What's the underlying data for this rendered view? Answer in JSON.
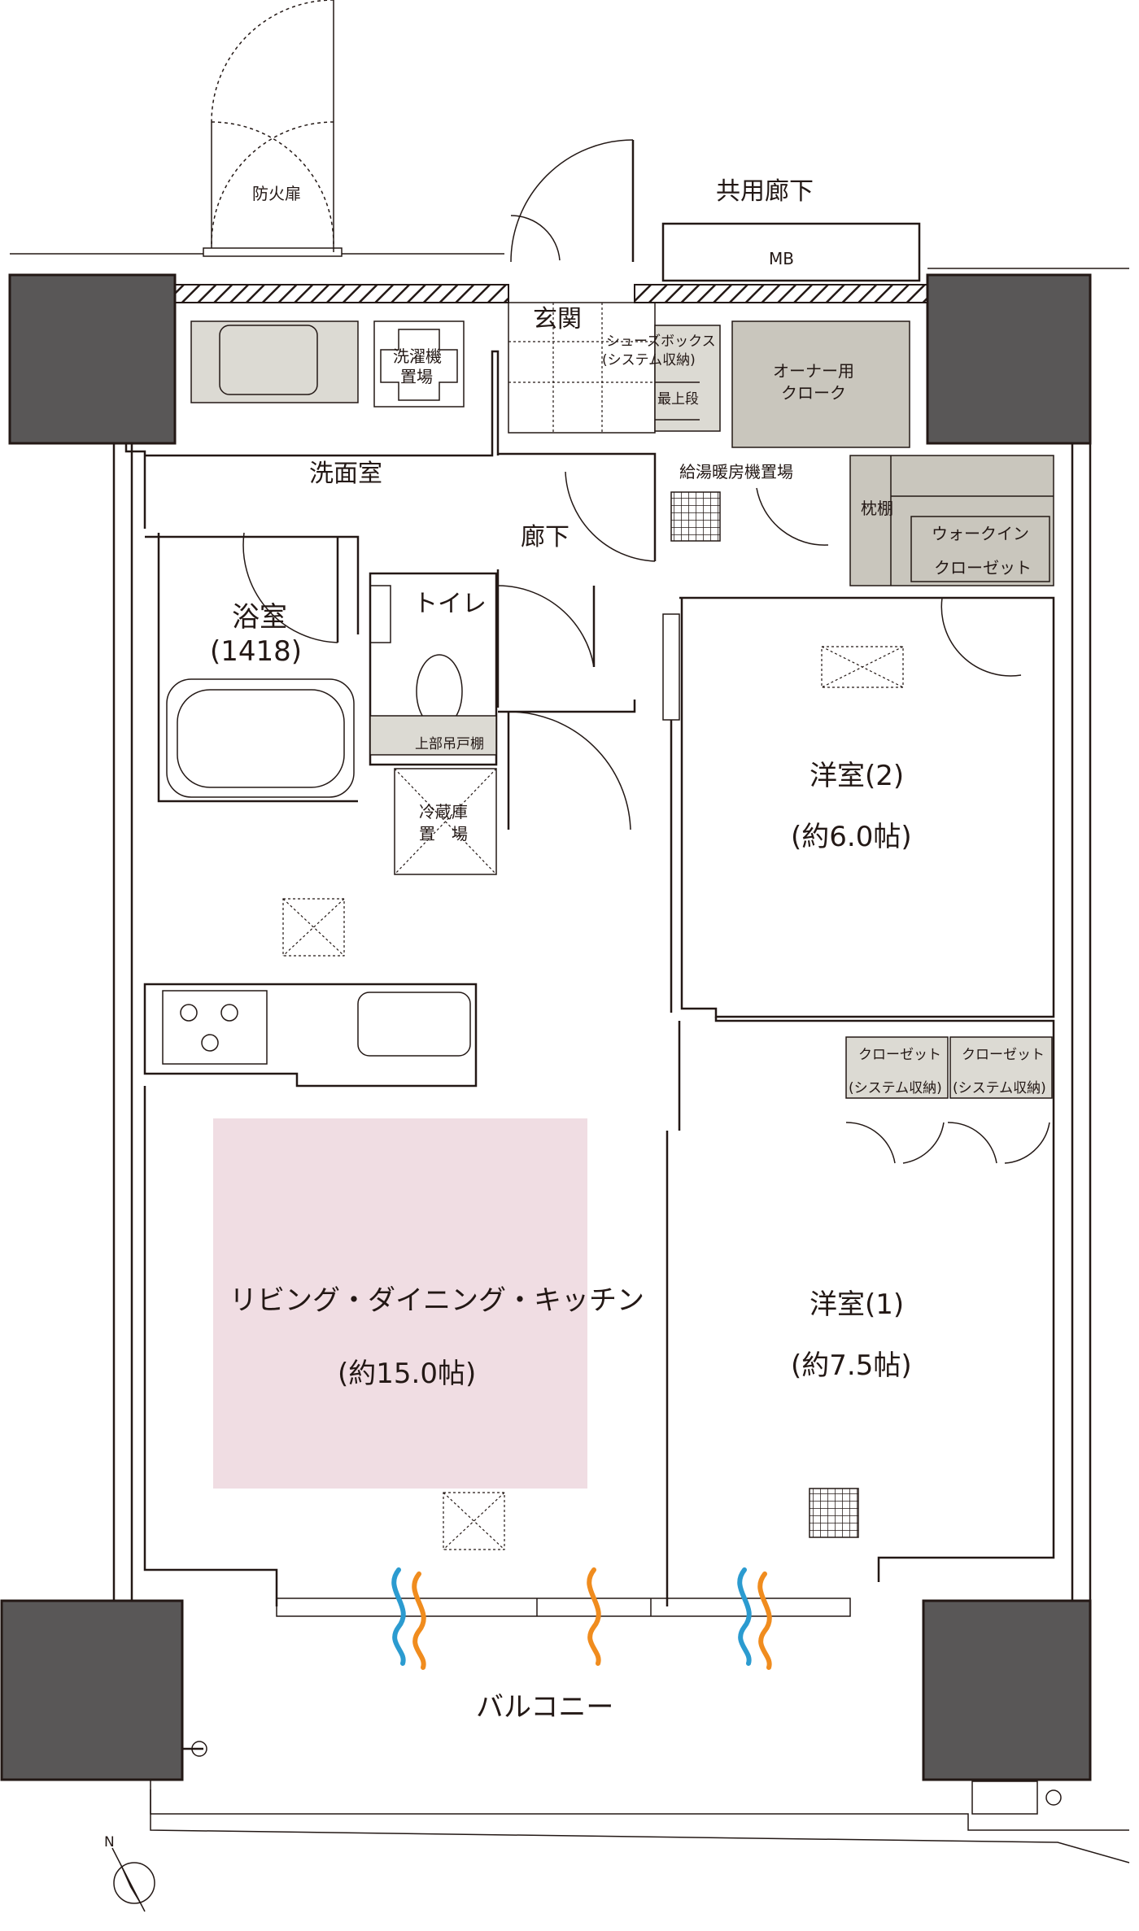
{
  "rooms": {
    "common_corridor": "共用廊下",
    "mb": "MB",
    "fire_door": "防火扉",
    "entrance": "玄関",
    "shoe_box_1": "シューズボックス",
    "shoe_box_2": "(システム収納)",
    "top_step": "最上段",
    "owner_cloak_1": "オーナー用",
    "owner_cloak_2": "クローク",
    "washing_machine_1": "洗濯機",
    "washing_machine_2": "置場",
    "washroom": "洗面室",
    "boiler": "給湯暖房機置場",
    "corridor": "廊下",
    "pillow_shelf": "枕棚",
    "walk_in_1": "ウォークイン",
    "walk_in_2": "クローゼット",
    "bath": "浴室",
    "bath_size": "(1418)",
    "toilet": "トイレ",
    "upper_cabinet": "上部吊戸棚",
    "fridge_1": "冷蔵庫",
    "fridge_2": "置　場",
    "western2": "洋室(2)",
    "western2_size": "(約6.0帖)",
    "closet": "クローゼット",
    "system_storage": "(システム収納)",
    "ldk": "リビング・ダイニング・キッチン",
    "ldk_size": "(約15.0帖)",
    "western1": "洋室(1)",
    "western1_size": "(約7.5帖)",
    "balcony": "バルコニー"
  },
  "colors": {
    "ldk_fill": "#f0dde3",
    "storage_fill": "#dcdad3",
    "column_fill": "#595757",
    "wind_blue": "#2b9bd0",
    "wind_orange": "#f08c1e"
  },
  "icons": [
    "north-arrow-icon",
    "stove-icon",
    "sink-icon",
    "bathtub-icon",
    "toilet-icon",
    "wind-icon"
  ]
}
